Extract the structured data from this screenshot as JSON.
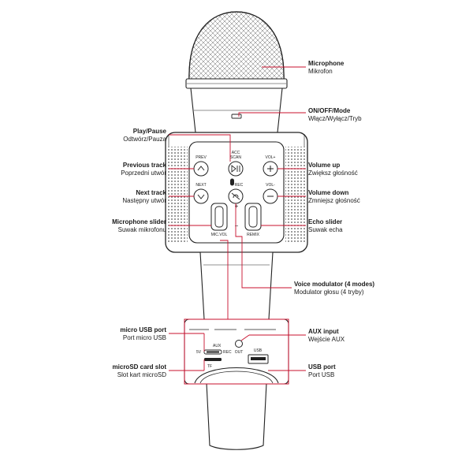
{
  "colors": {
    "line": "#222222",
    "accent": "#c8102e",
    "body": "#ffffff"
  },
  "labels": {
    "microphone": {
      "title": "Microphone",
      "sub": "Mikrofon"
    },
    "onoff": {
      "title": "ON/OFF/Mode",
      "sub": "Włącz/Wyłącz/Tryb"
    },
    "playpause": {
      "title": "Play/Pause",
      "sub": "Odtwórz/Pauza"
    },
    "prev": {
      "title": "Previous track",
      "sub": "Poprzedni utwór"
    },
    "next": {
      "title": "Next track",
      "sub": "Następny utwór"
    },
    "micslider": {
      "title": "Microphone slider",
      "sub": "Suwak mikrofonu"
    },
    "volup": {
      "title": "Volume up",
      "sub": "Zwiększ głośność"
    },
    "voldown": {
      "title": "Volume down",
      "sub": "Zmniejsz głośność"
    },
    "echo": {
      "title": "Echo slider",
      "sub": "Suwak echa"
    },
    "modulator": {
      "title": "Voice modulator (4 modes)",
      "sub": "Modulator głosu (4 tryby)"
    },
    "microusb": {
      "title": "micro USB port",
      "sub": "Port micro USB"
    },
    "microsd": {
      "title": "microSD card slot",
      "sub": "Slot kart microSD"
    },
    "aux": {
      "title": "AUX input",
      "sub": "Wejście AUX"
    },
    "usb": {
      "title": "USB port",
      "sub": "Port USB"
    }
  },
  "panel": {
    "prev": "PREV",
    "acc_scan_1": "ACC",
    "acc_scan_2": "SCAN",
    "volplus": "VOL+",
    "next": "NEXT",
    "rec": "REC",
    "volminus": "VOL-",
    "plus": "+",
    "minus": "−",
    "micvol": "MIC.VOL",
    "remix": "REMIX"
  },
  "ports": {
    "aux": "AUX",
    "rec": "REC",
    "out": "OUT",
    "usb": "USB",
    "tf": "TF",
    "dc": "5V"
  }
}
